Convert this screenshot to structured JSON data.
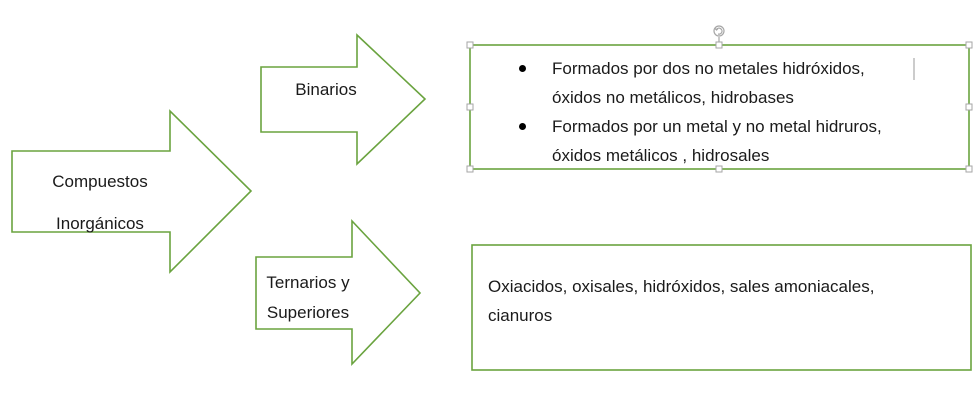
{
  "arrows": {
    "main": {
      "line1": "Compuestos",
      "line2": "Inorgánicos"
    },
    "binary": {
      "label": "Binarios"
    },
    "ternary": {
      "line1": "Ternarios y",
      "line2": "Superiores"
    }
  },
  "binary_box": {
    "items": [
      {
        "line1": "Formados por dos no metales hidróxidos,",
        "line2": "óxidos no metálicos, hidrobases"
      },
      {
        "line1": "Formados por un metal y no metal hidruros,",
        "line2": "óxidos metálicos , hidrosales"
      }
    ]
  },
  "ternary_box": {
    "line1": "Oxiacidos, oxisales, hidróxidos, sales amoniacales,",
    "line2": "cianuros"
  },
  "colors": {
    "stroke": "#6aa33f",
    "handle": "#a6a6a6"
  }
}
